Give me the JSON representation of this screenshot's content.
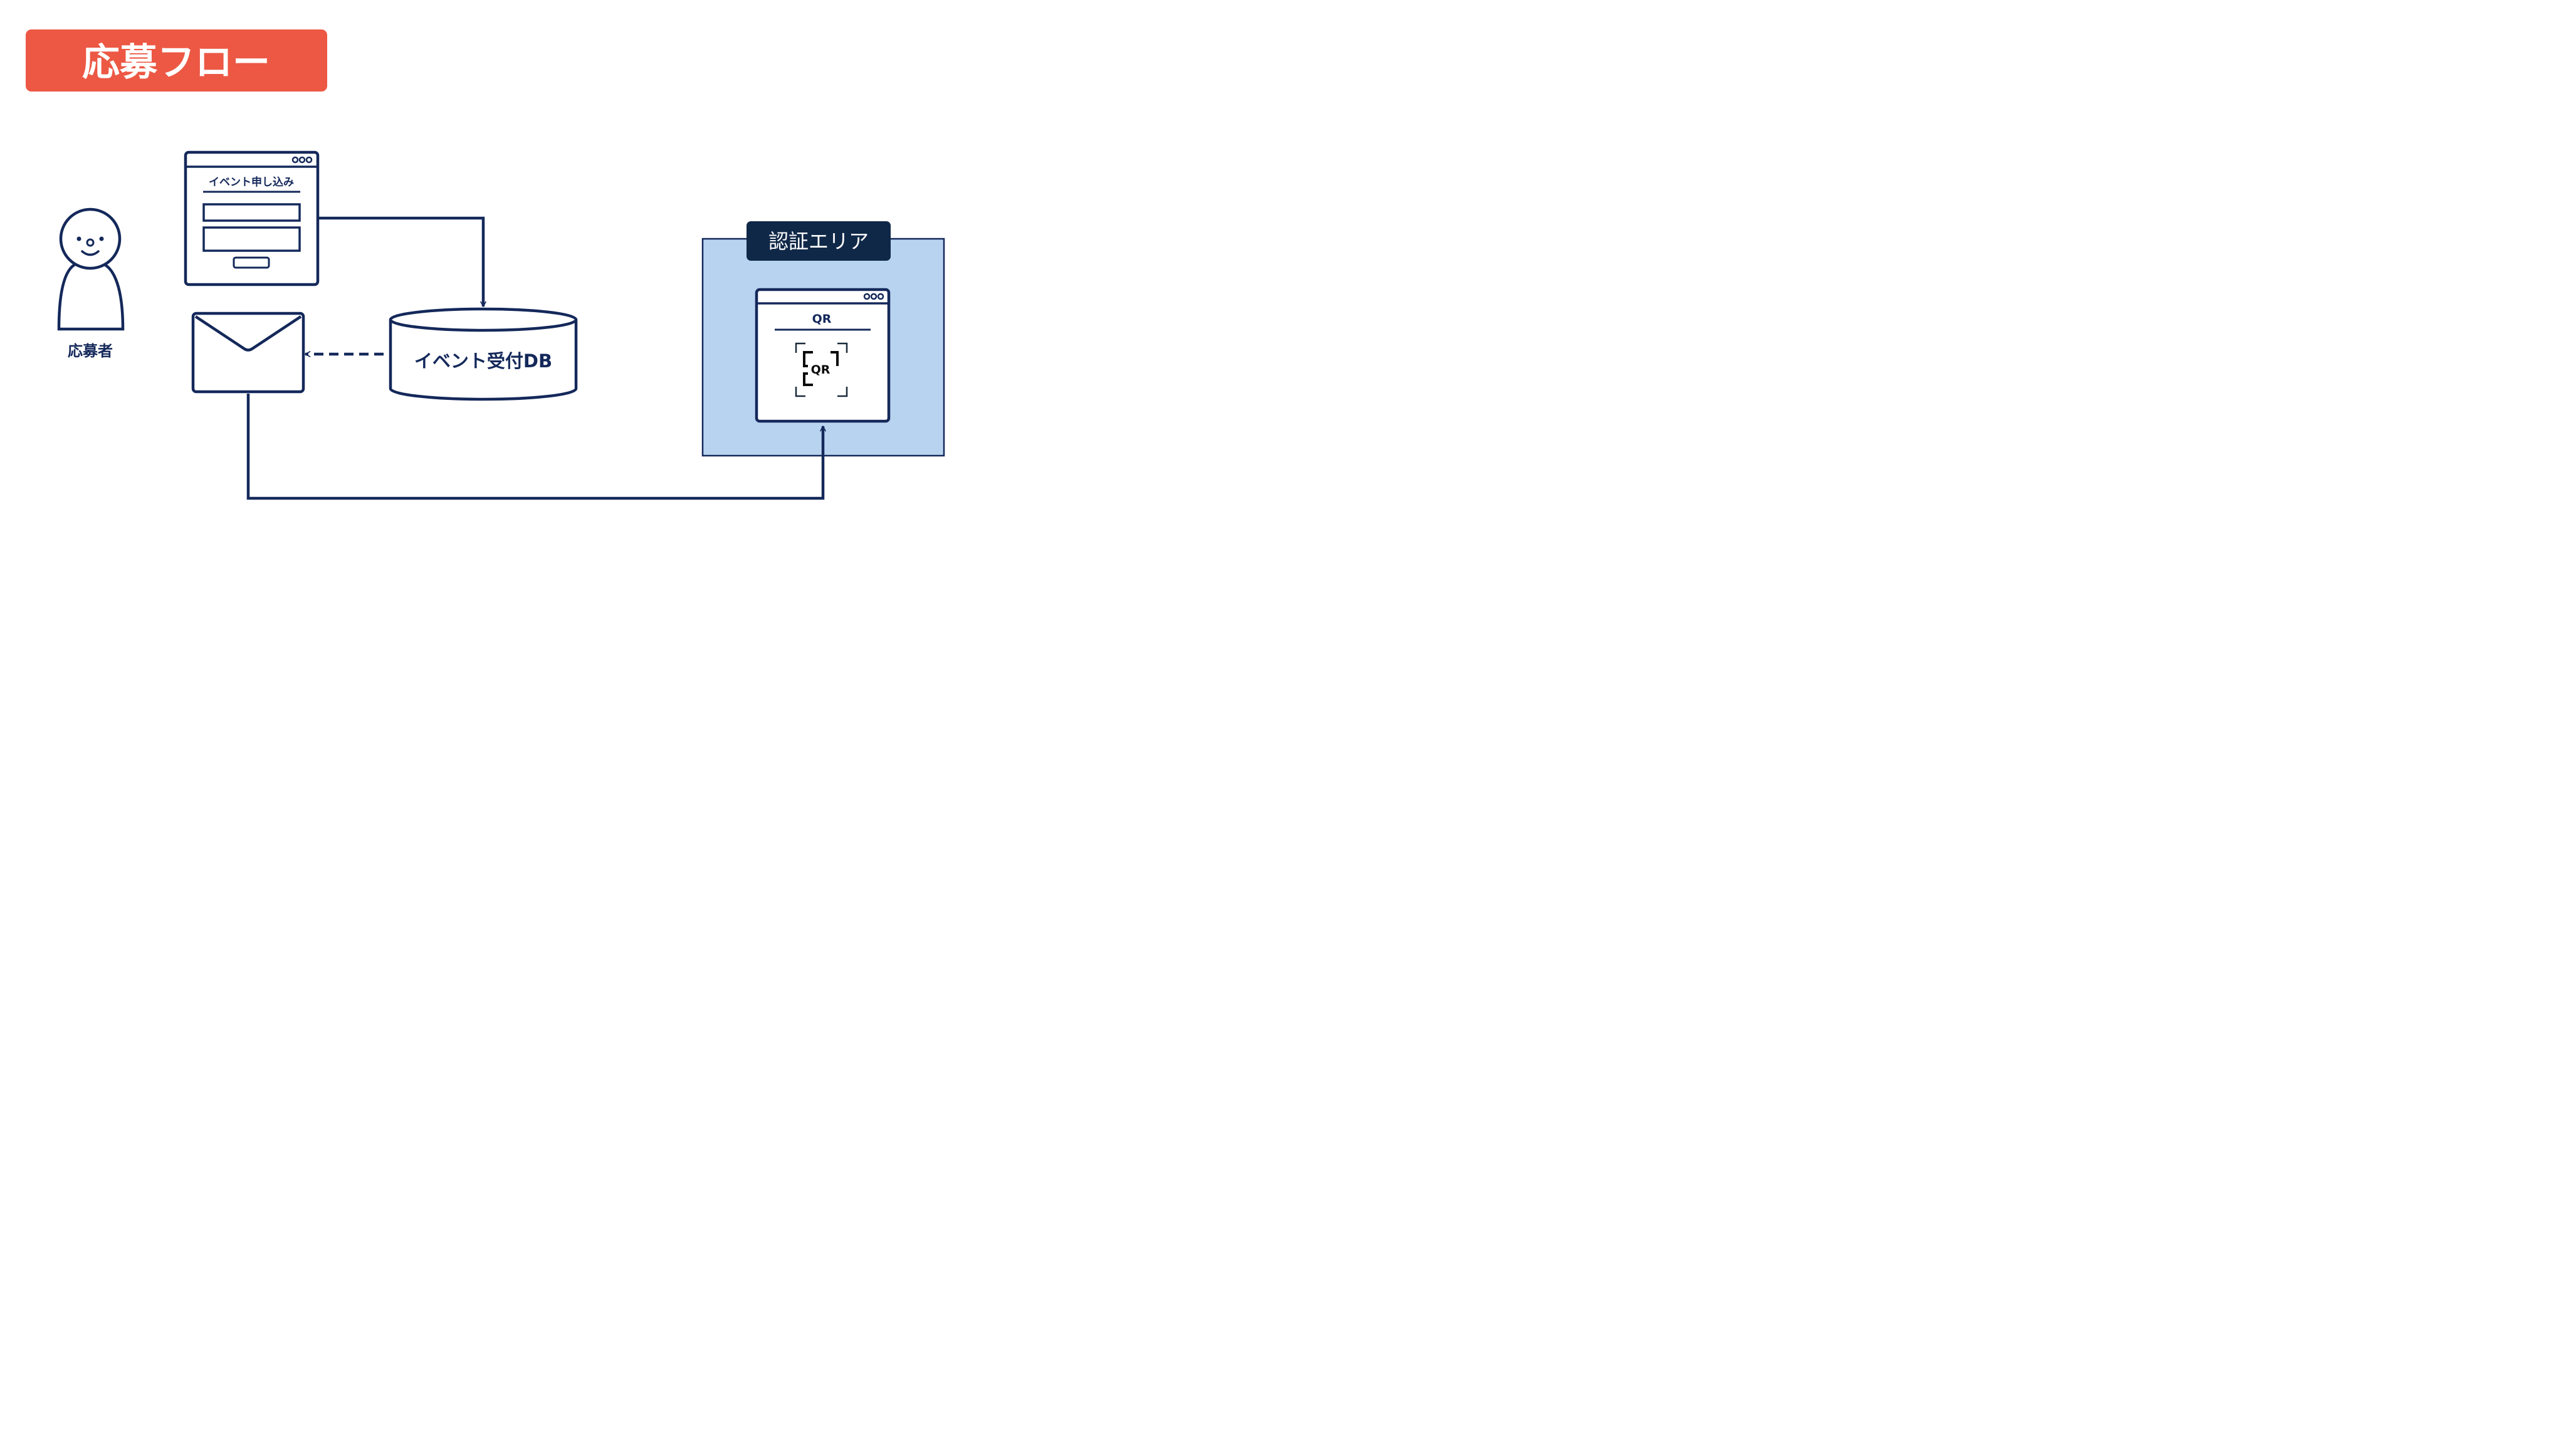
{
  "title": "応募フロー",
  "actor": {
    "label": "応募者",
    "icon": "person-icon"
  },
  "form_window": {
    "title": "イベント申し込み",
    "icon": "browser-window-icon"
  },
  "database": {
    "label": "イベント受付DB",
    "icon": "database-cylinder-icon"
  },
  "mail": {
    "icon": "envelope-icon"
  },
  "auth_area": {
    "label": "認証エリア",
    "qr_window": {
      "title": "QR",
      "qr_label": "QR",
      "icon": "qr-code-icon"
    }
  },
  "colors": {
    "navy": "#14285a",
    "title_bg": "#ec5844",
    "auth_area_bg": "#b8d3ef",
    "auth_label_bg": "#102848"
  }
}
